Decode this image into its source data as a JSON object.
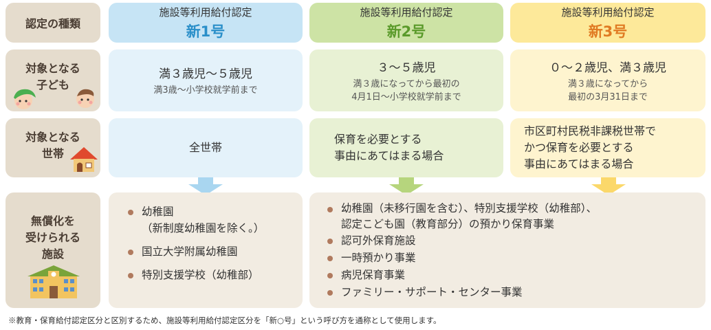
{
  "rows": {
    "type_label": "認定の種類",
    "target_label_1": "対象となる",
    "target_label_2": "子ども",
    "household_label_1": "対象となる",
    "household_label_2": "世帯",
    "facility_label_1": "無償化を",
    "facility_label_2": "受けられる",
    "facility_label_3": "施設"
  },
  "columns": [
    {
      "header_sub": "施設等利用給付認定",
      "header_big": "新1号",
      "color": "#2a8fc9",
      "age_main": "満３歳児〜５歳児",
      "age_sub_1": "満3歳〜小学校就学前まで",
      "age_sub_2": "",
      "household_1": "全世帯",
      "household_2": "",
      "household_3": ""
    },
    {
      "header_sub": "施設等利用給付認定",
      "header_big": "新2号",
      "color": "#5a9a2a",
      "age_main": "３〜５歳児",
      "age_sub_1": "満３歳になってから最初の",
      "age_sub_2": "4月1日〜小学校就学前まで",
      "household_1": "保育を必要とする",
      "household_2": "事由にあてはまる場合",
      "household_3": ""
    },
    {
      "header_sub": "施設等利用給付認定",
      "header_big": "新3号",
      "color": "#e07a22",
      "age_main": "０〜２歳児、満３歳児",
      "age_sub_1": "満３歳になってから",
      "age_sub_2": "最初の3月31日まで",
      "household_1": "市区町村民税非課税世帯で",
      "household_2": "かつ保育を必要とする",
      "household_3": "事由にあてはまる場合"
    }
  ],
  "facilities_left": [
    {
      "line1": "幼稚園",
      "line2": "（新制度幼稚園を除く。）"
    },
    {
      "line1": "国立大学附属幼稚園",
      "line2": ""
    },
    {
      "line1": "特別支援学校（幼稚部）",
      "line2": ""
    }
  ],
  "facilities_right": [
    {
      "line1": "幼稚園（未移行園を含む）、特別支援学校（幼稚部）、",
      "line2": "認定こども園（教育部分）の預かり保育事業"
    },
    {
      "line1": "認可外保育施設",
      "line2": ""
    },
    {
      "line1": "一時預かり事業",
      "line2": ""
    },
    {
      "line1": "病児保育事業",
      "line2": ""
    },
    {
      "line1": "ファミリー・サポート・センター事業",
      "line2": ""
    }
  ],
  "footnote": "※教育・保育給付認定区分と区別するため、施設等利用給付認定区分を「新○号」という呼び方を通称として使用します。",
  "colors": {
    "side_bg": "#e5dccd",
    "blue": "#c6e4f5",
    "green": "#cde3a5",
    "yellow": "#fde99a"
  },
  "icons": [
    "children-icon",
    "house-icon",
    "school-building-icon"
  ]
}
